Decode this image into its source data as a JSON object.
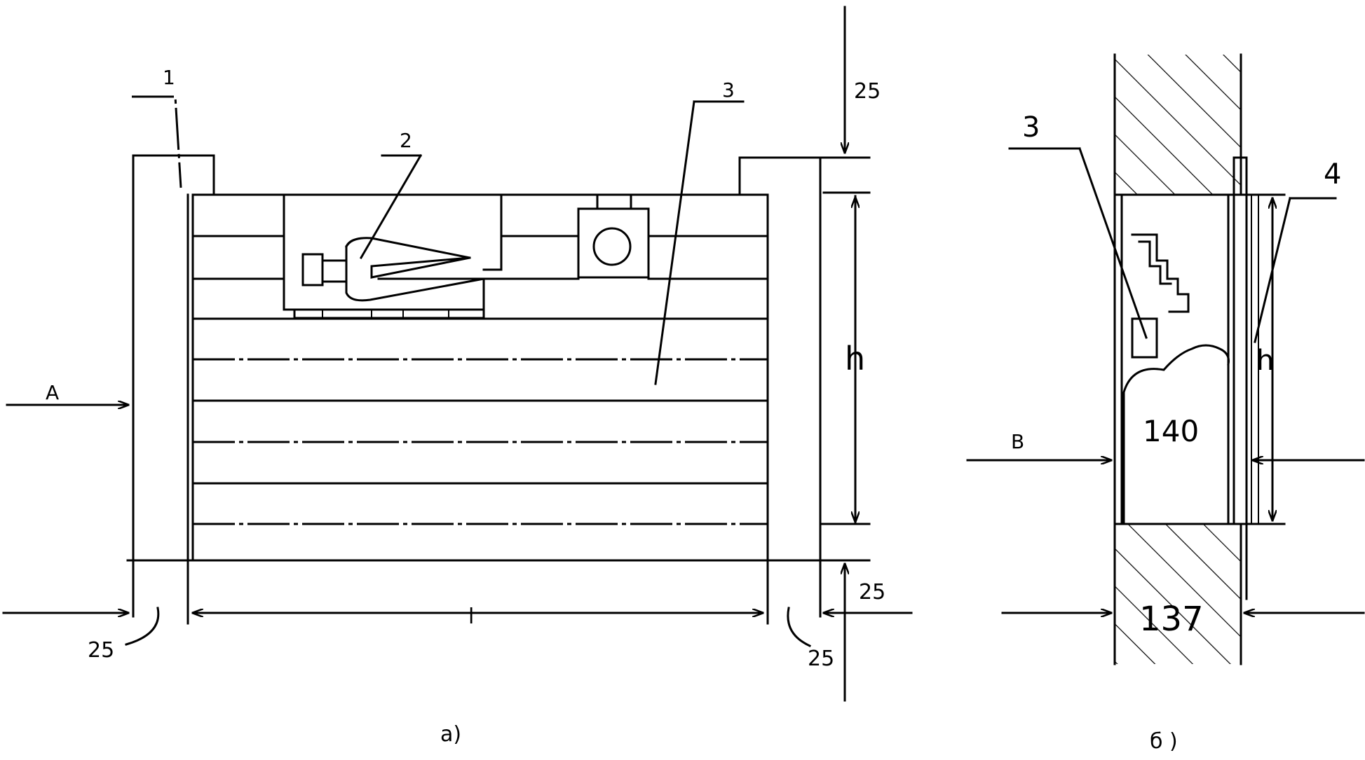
{
  "figure_a": {
    "callouts": {
      "frame": "1",
      "drive": "2",
      "shutter": "3"
    },
    "dimensions": {
      "top_clearance": "25",
      "height": "h",
      "bottom_clearance": "25",
      "width": "l",
      "left_post": "25",
      "right_post": "25",
      "right_post_offset": "25"
    },
    "section_marker": "A",
    "caption": "а)"
  },
  "figure_b": {
    "callouts": {
      "shutter": "3",
      "guide": "4"
    },
    "dimensions": {
      "height": "h",
      "opening_depth": "140",
      "wall_thickness": "137"
    },
    "section_marker": "B",
    "caption": "б )"
  }
}
